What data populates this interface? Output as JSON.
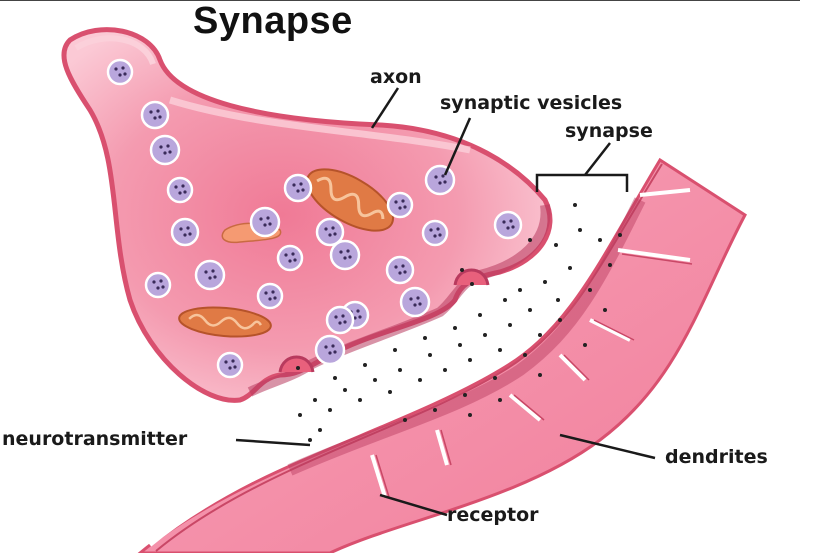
{
  "title": "Synapse",
  "labels": {
    "axon": "axon",
    "synaptic_vesicles": "synaptic vesicles",
    "synapse": "synapse",
    "neurotransmitter": "neurotransmitter",
    "dendrites": "dendrites",
    "receptor": "receptor"
  },
  "colors": {
    "membrane": "#e8607c",
    "cytoplasm": "#f6a6b8",
    "cytoplasm_light": "#fbd0da",
    "dendrite": "#f48ea8",
    "vesicle": "#b9a6dc",
    "mitochondrion": "#e07a45"
  }
}
